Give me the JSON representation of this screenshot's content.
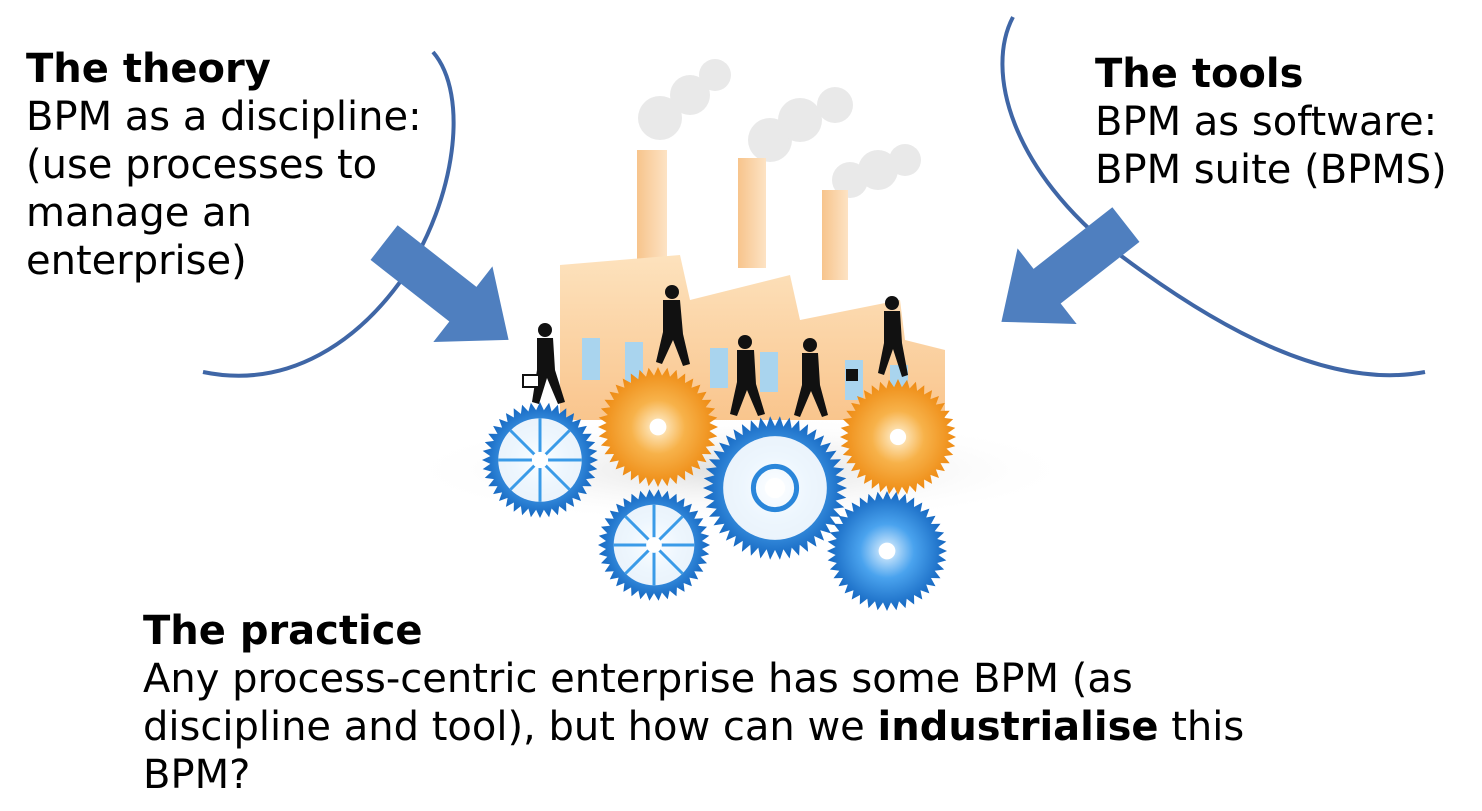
{
  "theory": {
    "heading": "The theory",
    "lines": [
      "BPM as a discipline:",
      "(use processes to",
      "manage an",
      "enterprise)"
    ]
  },
  "tools": {
    "heading": "The tools",
    "lines": [
      "BPM as software:",
      "BPM suite (BPMS)"
    ]
  },
  "practice": {
    "heading": "The practice",
    "line1": "Any process-centric enterprise has some BPM (as",
    "line2_pre": "discipline and tool), but how can we ",
    "line2_bold": "industrialise",
    "line2_post": " this",
    "line3": "BPM?"
  },
  "colors": {
    "arrow_blue": "#4f7fbf",
    "curve_blue": "#3f66a6",
    "gear_orange": "#f39a1f",
    "gear_blue": "#1f72c8",
    "factory": "#fbd6a8"
  },
  "icons": {
    "illustration": "factory-with-gears-and-workers-illustration"
  }
}
